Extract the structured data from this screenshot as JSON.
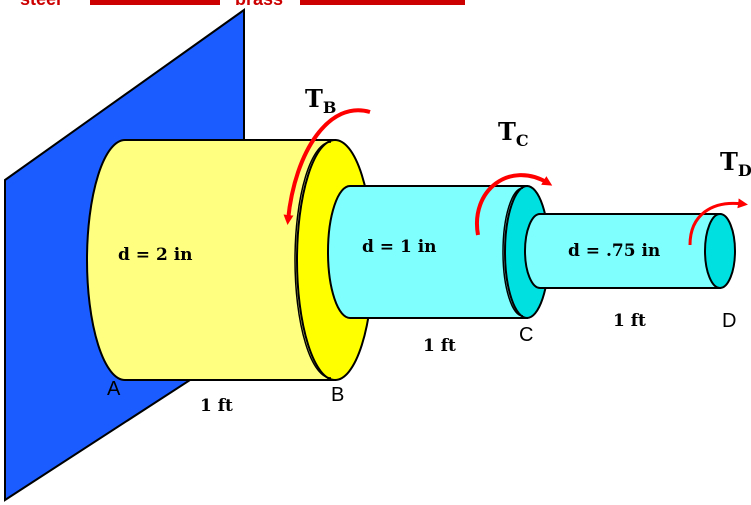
{
  "header": {
    "steel_label": "steel",
    "brass_label": "brass",
    "color": "#cc0000"
  },
  "torques": {
    "tb": {
      "main": "T",
      "sub": "B"
    },
    "tc": {
      "main": "T",
      "sub": "C"
    },
    "td": {
      "main": "T",
      "sub": "D"
    }
  },
  "shafts": {
    "ab": {
      "diameter_label": "d = 2 in",
      "length_label": "1 ft"
    },
    "bc": {
      "diameter_label": "d = 1 in",
      "length_label": "1 ft"
    },
    "cd": {
      "diameter_label": "d = .75 in",
      "length_label": "1 ft"
    }
  },
  "points": {
    "a": "A",
    "b": "B",
    "c": "C",
    "d": "D"
  },
  "colors": {
    "wall": "#1a5cff",
    "steel_shaft": "#ffff80",
    "steel_end": "#ffff00",
    "brass_shaft": "#80ffff",
    "brass_end": "#00e0e0",
    "arrow": "#ff0000"
  }
}
